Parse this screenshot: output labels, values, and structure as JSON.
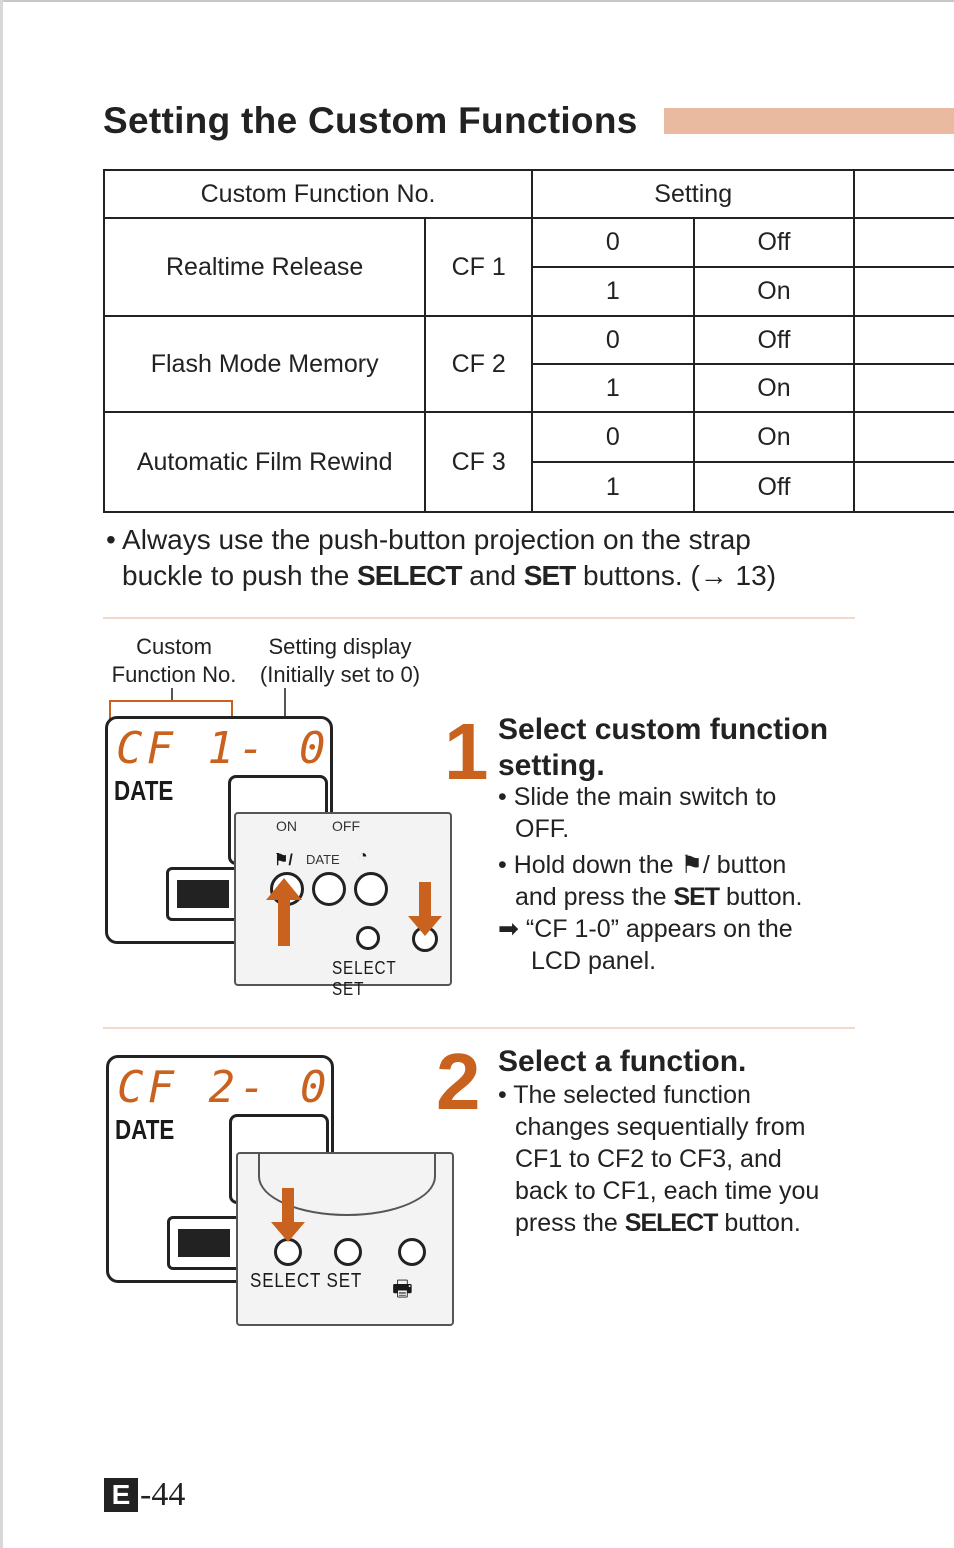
{
  "title": "Setting the Custom Functions",
  "table": {
    "headers": [
      "Custom Function No.",
      "Setting"
    ],
    "rows": [
      {
        "name": "Realtime Release",
        "code": "CF 1",
        "settings": [
          {
            "value": "0",
            "label": "Off"
          },
          {
            "value": "1",
            "label": "On"
          }
        ]
      },
      {
        "name": "Flash Mode Memory",
        "code": "CF 2",
        "settings": [
          {
            "value": "0",
            "label": "Off"
          },
          {
            "value": "1",
            "label": "On"
          }
        ]
      },
      {
        "name": "Automatic Film Rewind",
        "code": "CF 3",
        "settings": [
          {
            "value": "0",
            "label": "On"
          },
          {
            "value": "1",
            "label": "Off"
          }
        ]
      }
    ]
  },
  "note": {
    "bullet": "•",
    "line1": "Always use the push-button projection on the strap",
    "line2_pre": "buckle to push the ",
    "select": "SELECT",
    "and": " and ",
    "set": "SET",
    "line2_post": " buttons. (→ 13)"
  },
  "diagram1": {
    "callout_left_1": "Custom",
    "callout_left_2": "Function No.",
    "callout_right_1": "Setting display",
    "callout_right_2": "(Initially set to 0)",
    "lcd": "CF 1- 0",
    "date": "DATE",
    "on": "ON",
    "off": "OFF",
    "date_btn": "DATE",
    "select": "SELECT",
    "set": "SET"
  },
  "step1": {
    "number": "1",
    "title_1": "Select custom function",
    "title_2": "setting.",
    "b1_1": "• Slide the main switch to",
    "b1_2": "OFF.",
    "b2_1": "• Hold down the ⚑/ button",
    "b2_2_pre": "and press the ",
    "b2_2_set": "SET",
    "b2_2_post": " button.",
    "r1": "➡ “CF 1-0” appears on the",
    "r2": "LCD panel."
  },
  "diagram2": {
    "lcd": "CF 2- 0",
    "date": "DATE",
    "select": "SELECT",
    "set": "SET"
  },
  "step2": {
    "number": "2",
    "title": "Select a function.",
    "l1": "• The selected function",
    "l2": "changes sequentially from",
    "l3": "CF1 to CF2 to CF3, and",
    "l4": "back to CF1, each time you",
    "l5_pre": "press the ",
    "l5_select": "SELECT",
    "l5_post": " button."
  },
  "page": {
    "letter": "E",
    "number": "-44"
  }
}
